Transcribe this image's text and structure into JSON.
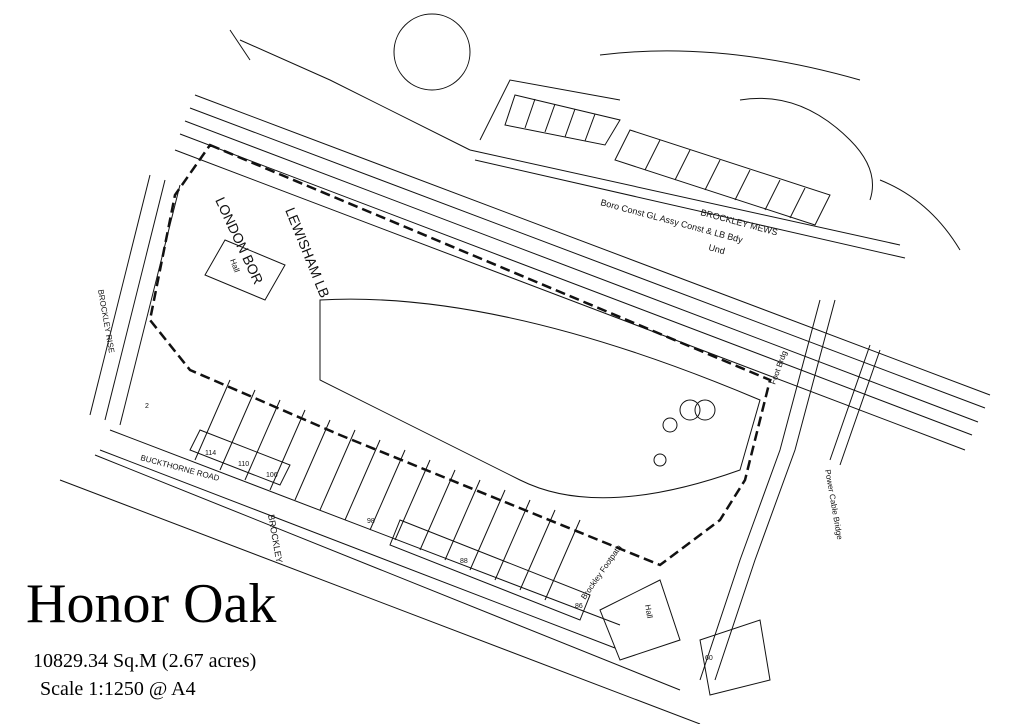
{
  "map": {
    "title": "Honor Oak",
    "area_text": "10829.34  Sq.M (2.67 acres)",
    "scale_text": "Scale 1:1250 @ A4",
    "streets": {
      "brockley_mews": "BROCKLEY MEWS",
      "boro_const": "Boro Const GL Assy Const & LB Bdy",
      "und": "Und",
      "buckthorne_road": "BUCKTHORNE ROAD",
      "brockley": "BROCKLEY",
      "lewisham_lb": "LEWISHAM LB",
      "london_bor": "LONDON BOR",
      "footpath": "Brockley Footpath",
      "power_cable_bridge": "Power Cable Bridge",
      "foot_bridge": "Foot Brdg",
      "brockley_rise": "BROCKLEY RISE"
    },
    "buildings": {
      "hall_left": "Hall",
      "hall_bottom": "Hall"
    },
    "house_numbers": [
      "114",
      "110",
      "106",
      "98",
      "88",
      "86",
      "60",
      "2"
    ],
    "colors": {
      "ink": "#111111",
      "background": "#ffffff"
    }
  }
}
